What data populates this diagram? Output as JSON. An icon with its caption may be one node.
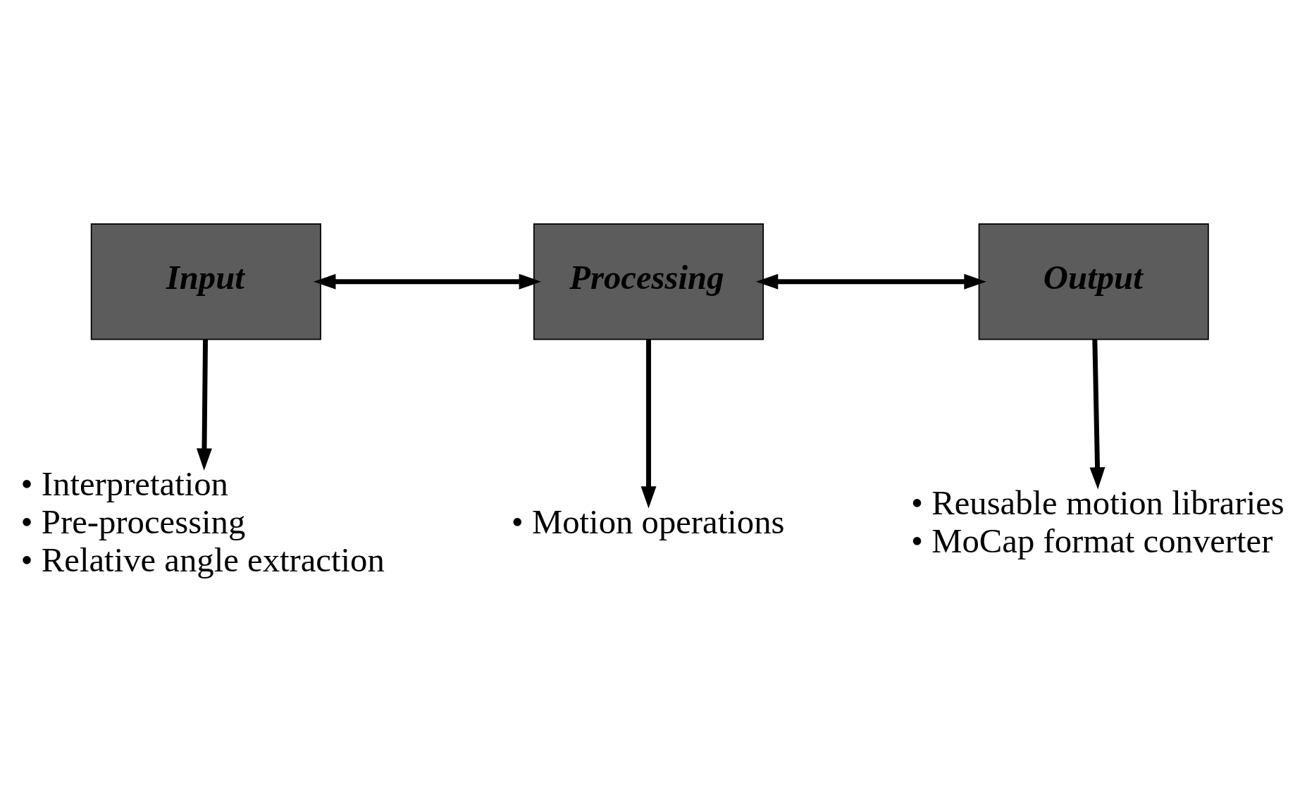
{
  "diagram": {
    "nodes": [
      {
        "text": [
          "Input"
        ]
      },
      {
        "text": [
          "Processing"
        ]
      },
      {
        "text": [
          "Output"
        ]
      },
      {
        "text": [
          "• Interpretation",
          "• Pre-processing",
          "• Relative angle extraction"
        ]
      },
      {
        "text": [
          "• Motion operations"
        ]
      },
      {
        "text": [
          "• Reusable motion libraries",
          "• MoCap format converter"
        ]
      }
    ],
    "edges": [
      {
        "from": 0,
        "to": 1,
        "arrow": "both"
      },
      {
        "from": 1,
        "to": 2,
        "arrow": "both"
      },
      {
        "from": 0,
        "to": 3,
        "arrow": "to"
      },
      {
        "from": 1,
        "to": 4,
        "arrow": "to"
      },
      {
        "from": 2,
        "to": 5,
        "arrow": "to"
      }
    ]
  }
}
